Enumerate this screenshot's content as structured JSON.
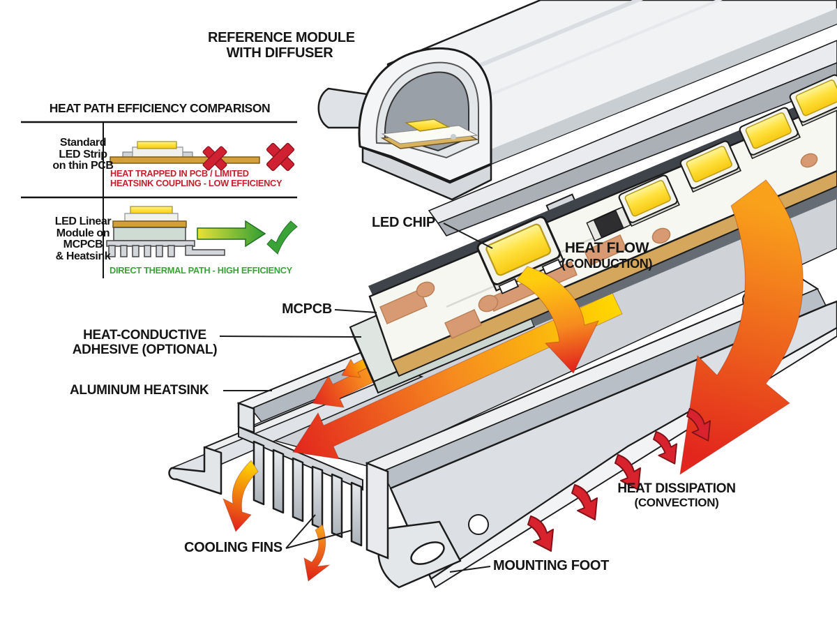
{
  "reference_module": {
    "label_line1": "REFERENCE MODULE",
    "label_line2": "WITH DIFFUSER"
  },
  "comparison_panel": {
    "title": "HEAT PATH EFFICIENCY COMPARISON",
    "row1": {
      "label_line1": "Standard",
      "label_line2": "LED Strip",
      "label_line3": "on thin PCB",
      "caption_line1": "HEAT TRAPPED IN PCB / LIMITED",
      "caption_line2": "HEATSINK COUPLING - LOW EFFICIENCY",
      "verdict": "fail"
    },
    "row2": {
      "label_line1": "LED Linear",
      "label_line2": "Module on",
      "label_line3": "MCPCB",
      "label_line4": "& Heatsink",
      "caption": "DIRECT THERMAL PATH - HIGH EFFICIENCY",
      "verdict": "pass"
    }
  },
  "callouts": {
    "led_chip": "LED CHIP",
    "heat_flow_line1": "HEAT FLOW",
    "heat_flow_line2": "(CONDUCTION)",
    "mcpcb": "MCPCB",
    "adhesive_line1": "HEAT-CONDUCTIVE",
    "adhesive_line2": "ADHESIVE (OPTIONAL)",
    "aluminum_heatsink": "ALUMINUM HEATSINK",
    "cooling_fins": "COOLING FINS",
    "mounting_foot": "MOUNTING FOOT",
    "heat_dissipation_line1": "HEAT DISSIPATION",
    "heat_dissipation_line2": "(CONVECTION)"
  },
  "colors": {
    "fail_red": "#cf2131",
    "pass_green": "#3aa338",
    "heat_gradient_start": "#ffd800",
    "heat_gradient_mid": "#f68b1f",
    "heat_gradient_end": "#e2261d",
    "aluminum_light": "#eef0f2",
    "aluminum_mid": "#d7dade",
    "aluminum_dark": "#9aa1a8",
    "copper": "#d79a72",
    "pcb_tan": "#c79a52",
    "led_yellow": "#ffe13e",
    "adhesive_gray_green": "#dfe6e2",
    "outline": "#1c1c1c"
  }
}
